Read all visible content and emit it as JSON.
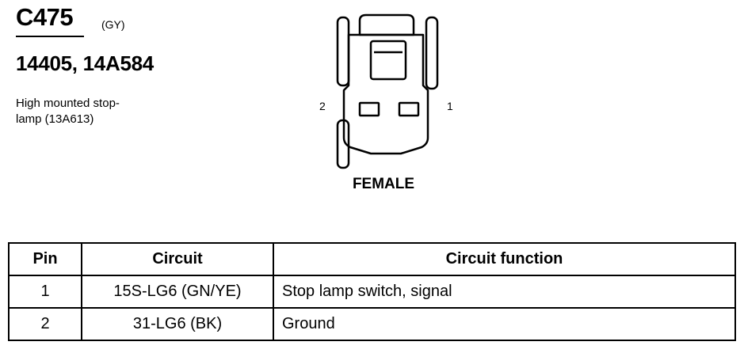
{
  "connector": {
    "id": "C475",
    "color_code": "(GY)",
    "part_numbers": "14405, 14A584",
    "description_line1": "High mounted stop-",
    "description_line2": "lamp (13A613)"
  },
  "diagram": {
    "pin_left_label": "2",
    "pin_right_label": "1",
    "gender": "FEMALE"
  },
  "table": {
    "headers": {
      "pin": "Pin",
      "circuit": "Circuit",
      "function": "Circuit function"
    },
    "rows": [
      {
        "pin": "1",
        "circuit": "15S-LG6 (GN/YE)",
        "function": "Stop lamp switch, signal"
      },
      {
        "pin": "2",
        "circuit": "31-LG6 (BK)",
        "function": "Ground"
      }
    ]
  }
}
